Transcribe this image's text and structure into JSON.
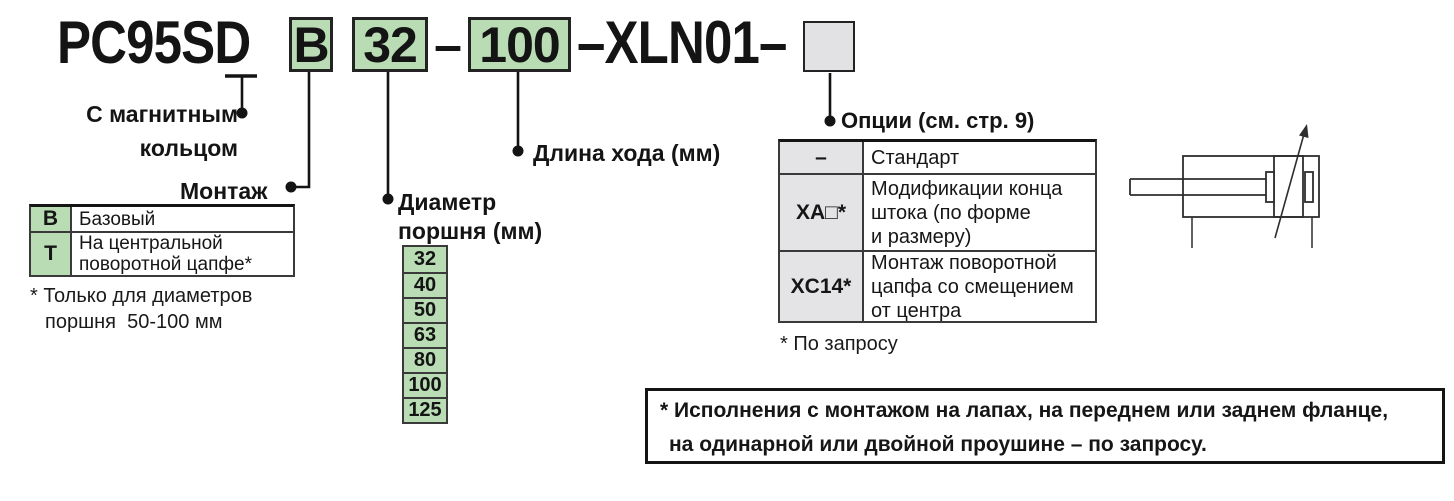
{
  "ordering_code": {
    "prefix": "PC95SD",
    "mount": "B",
    "bore": "32",
    "separator": "–",
    "stroke": "100",
    "suffix": "–XLN01–",
    "option_placeholder": ""
  },
  "labels": {
    "magnetic_ring": "С магнитным\nкольцом",
    "mount": "Монтаж",
    "bore": "Диаметр\nпоршня (мм)",
    "stroke": "Длина хода (мм)",
    "options": "Опции (см. стр. 9)"
  },
  "mount_table": {
    "rows": [
      {
        "code": "B",
        "desc": "Базовый"
      },
      {
        "code": "T",
        "desc": "На центральной\nповоротной цапфе*"
      }
    ],
    "note_line1": "* Только для диаметров",
    "note_line2": "поршня  50-100 мм"
  },
  "bore_sizes": [
    "32",
    "40",
    "50",
    "63",
    "80",
    "100",
    "125"
  ],
  "options_table": {
    "rows": [
      {
        "code": "–",
        "desc": "Стандарт"
      },
      {
        "code": "XA□*",
        "desc": "Модификации конца\nштока (по форме\nи размеру)"
      },
      {
        "code": "XC14*",
        "desc": "Монтаж поворотной\nцапфа со смещением\nот центра"
      }
    ],
    "note": "* По запросу"
  },
  "bottom_note": {
    "line1": "* Исполнения с монтажом на лапах, на переднем или заднем фланце,",
    "line2": "на одинарной или двойной проушине – по запросу."
  },
  "colors": {
    "highlight_green": "#b9dcb4",
    "option_box_gray": "#e2e2e4",
    "table_code_gray": "#e4e4e6",
    "line_black": "#141414"
  },
  "icons": {
    "cylinder": "cylinder-schematic"
  }
}
